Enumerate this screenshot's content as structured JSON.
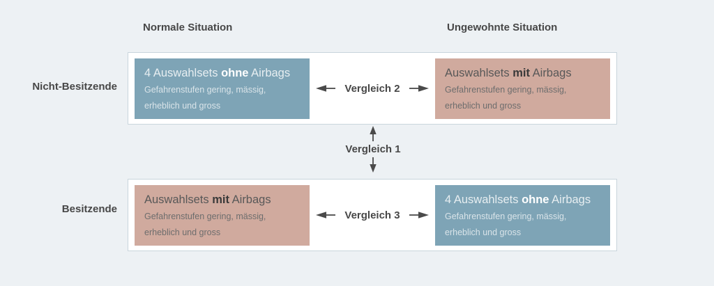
{
  "figure": {
    "type": "comparison-diagram",
    "column_headers": {
      "left": "Normale Situation",
      "right": "Ungewohnte Situation"
    },
    "middle_comparison_label": "Vergleich 1",
    "rows": [
      {
        "label": "Nicht-Besitzende",
        "comparison_label": "Vergleich 2",
        "left_box": {
          "color": "blue",
          "title_pre": "4 Auswahlsets ",
          "title_bold": "ohne",
          "title_post": " Airbags",
          "subtitle_line1": "Gefahrenstufen gering, mässig,",
          "subtitle_line2": "erheblich und gross"
        },
        "right_box": {
          "color": "pink",
          "title_pre": "Auswahlsets ",
          "title_bold": "mit",
          "title_post": " Airbags",
          "subtitle_line1": "Gefahrenstufen gering, mässig,",
          "subtitle_line2": "erheblich und gross"
        }
      },
      {
        "label": "Besitzende",
        "comparison_label": "Vergleich 3",
        "left_box": {
          "color": "pink",
          "title_pre": "Auswahlsets ",
          "title_bold": "mit",
          "title_post": " Airbags",
          "subtitle_line1": "Gefahrenstufen gering, mässig,",
          "subtitle_line2": "erheblich und gross"
        },
        "right_box": {
          "color": "blue",
          "title_pre": "4 Auswahlsets ",
          "title_bold": "ohne",
          "title_post": " Airbags",
          "subtitle_line1": "Gefahrenstufen gering, mässig,",
          "subtitle_line2": "erheblich und gross"
        }
      }
    ],
    "icons": {
      "horizontal_left": "arrow-left-icon",
      "horizontal_right": "arrow-right-icon",
      "vertical_up": "arrow-up-icon",
      "vertical_down": "arrow-down-icon"
    },
    "colors": {
      "background": "#edf1f4",
      "container_background": "#ffffff",
      "container_border": "#c9d5dc",
      "blue_box": "#7ea4b6",
      "pink_box": "#d0aa9e",
      "dark_text": "#474747",
      "arrow": "#4a4a4a"
    }
  }
}
